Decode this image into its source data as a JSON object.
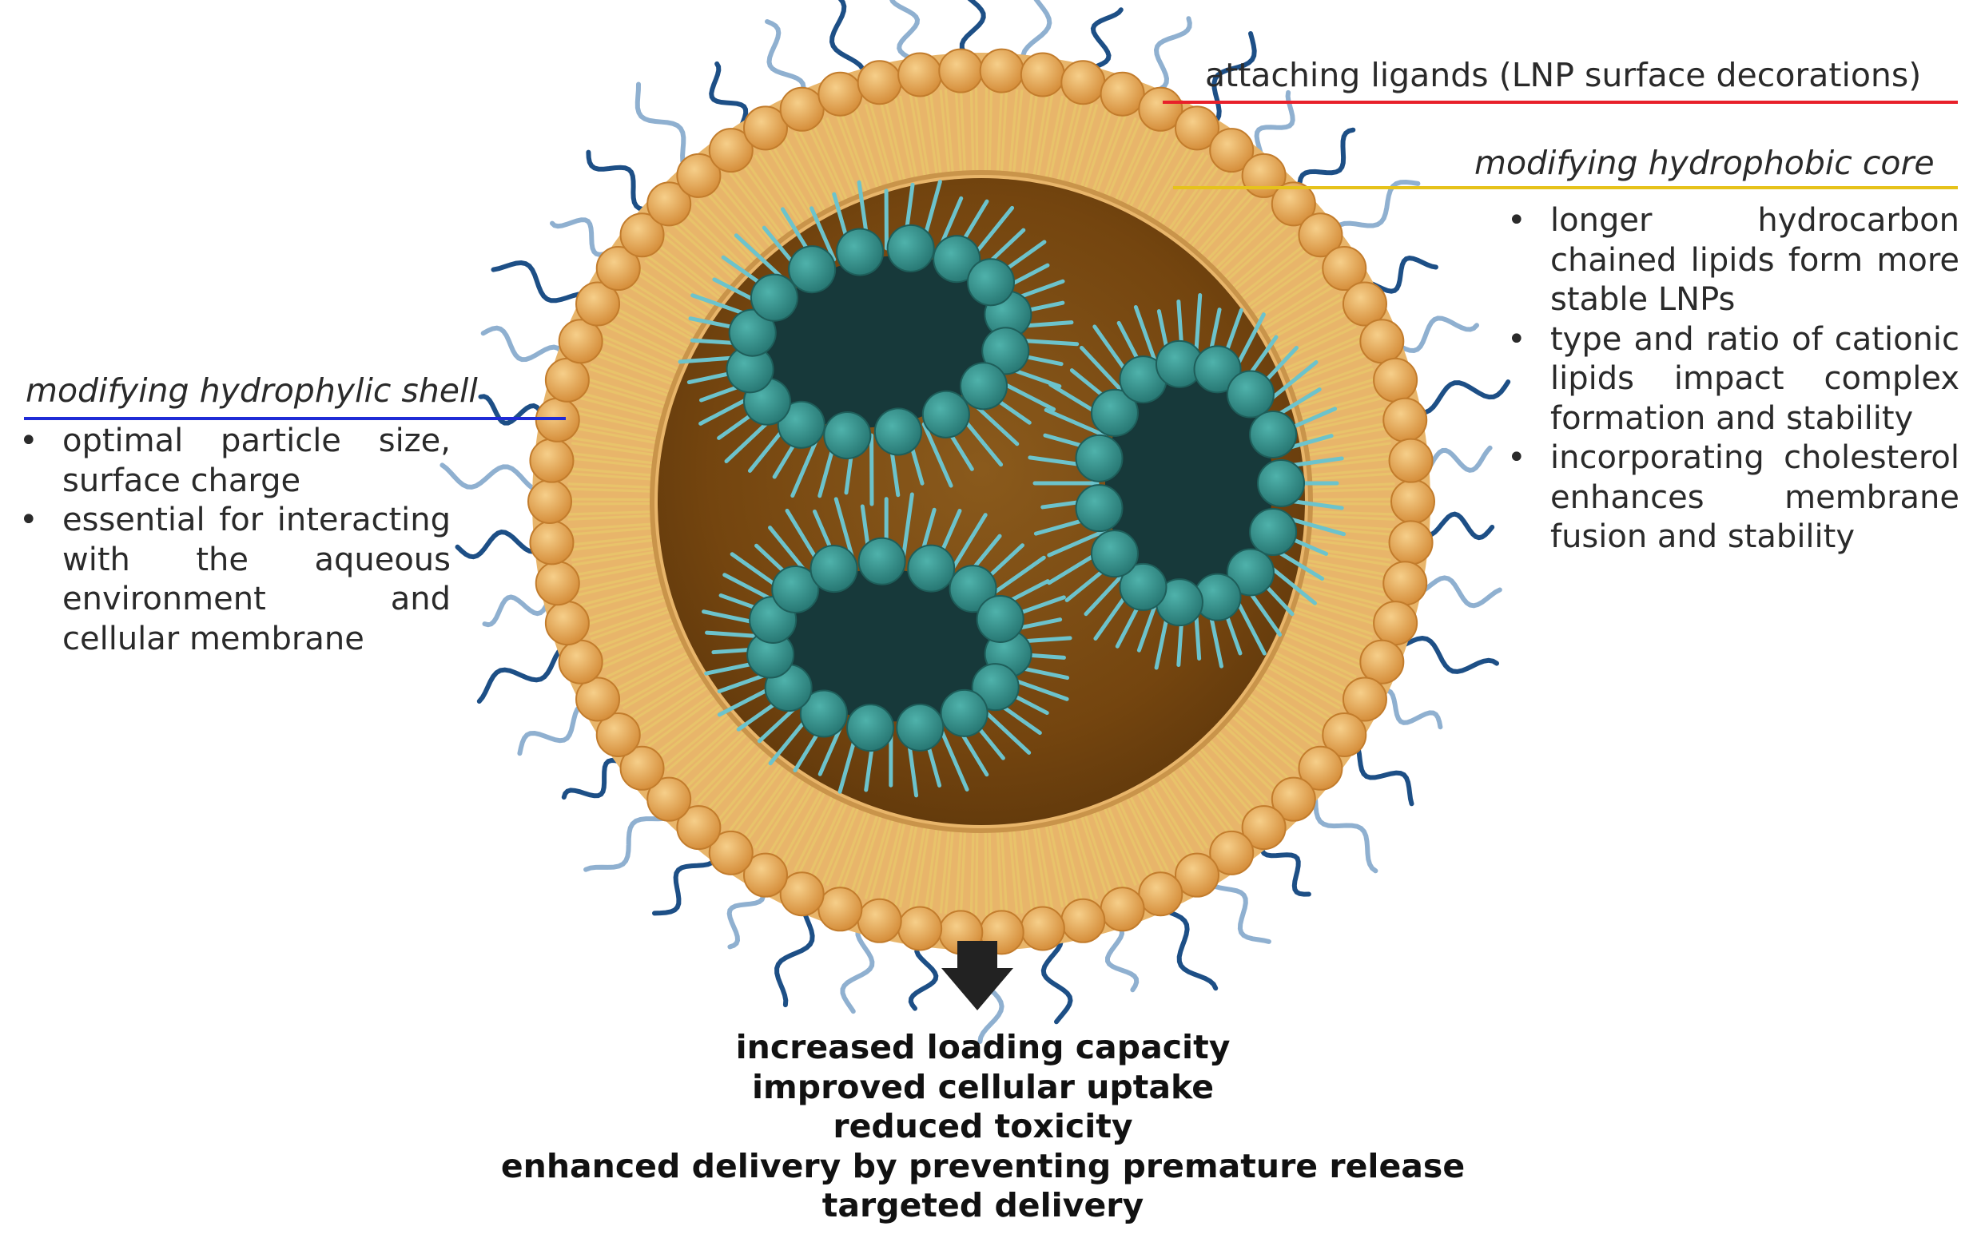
{
  "labels": {
    "ligands": "attaching ligands (LNP surface decorations)",
    "core_title": "modifying hydrophobic core",
    "shell_title": "modifying hydrophylic shell"
  },
  "core_points": [
    "longer hydrocarbon chained lipids form more stable LNPs",
    "type and ratio of cationic lipids impact complex formation and stability",
    "incorporating cholesterol enhances membrane fusion and stability"
  ],
  "shell_points": [
    "optimal particle size, surface charge",
    "essential for interacting with the aqueous environment and cellular membrane"
  ],
  "outcomes": [
    "increased loading capacity",
    "improved cellular uptake",
    "reduced toxicity",
    "enhanced delivery by preventing premature release",
    "targeted delivery"
  ],
  "colors": {
    "ligand_line": "#e8202a",
    "core_line": "#e6c21a",
    "shell_line": "#1f2bd6",
    "shell_bead": "#e6a95a",
    "lipid_tail": "#e8c36a",
    "core_fill": "#7a4a12",
    "micelle_bead": "#2f8f8a",
    "micelle_tail": "#6cc3cc",
    "micelle_core": "#17393a",
    "peg_dark": "#1d4f86",
    "peg_light": "#8fb0d0",
    "arrow": "#222222"
  }
}
